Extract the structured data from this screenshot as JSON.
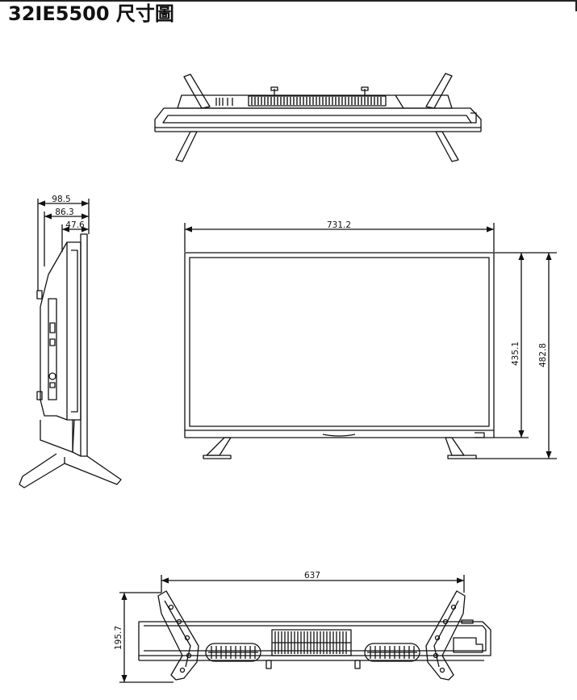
{
  "title": "32IE5500 尺寸圖",
  "dimensions": {
    "side_total_depth": "98.5",
    "side_mid_depth": "86.3",
    "side_panel_depth": "47.6",
    "front_width": "731.2",
    "front_panel_height": "435.1",
    "front_total_height": "482.8",
    "bottom_stand_span": "637",
    "bottom_stand_depth": "195.7"
  },
  "colors": {
    "line": "#111111",
    "background": "#ffffff"
  }
}
